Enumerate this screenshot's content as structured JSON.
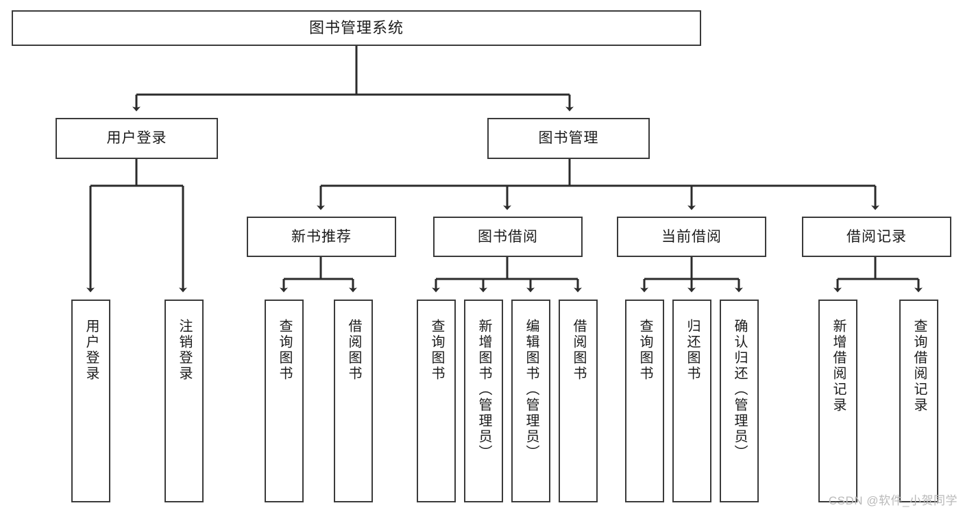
{
  "diagram": {
    "title": "图书管理系统",
    "type": "tree-hierarchy-diagram",
    "watermark": "CSDN @软件_小贺同学",
    "colors": {
      "box_border": "#3a3a3a",
      "box_fill": "#ffffff",
      "edge": "#2b2b2b",
      "text": "#1b1b1b",
      "watermark": "#b9b9b9",
      "background": "#ffffff"
    }
  },
  "root": {
    "label": "图书管理系统"
  },
  "level2": [
    {
      "label": "用户登录"
    },
    {
      "label": "图书管理"
    }
  ],
  "level3": [
    {
      "label": "新书推荐"
    },
    {
      "label": "图书借阅"
    },
    {
      "label": "当前借阅"
    },
    {
      "label": "借阅记录"
    }
  ],
  "leaves": {
    "user_login": [
      {
        "label": "用户登录"
      },
      {
        "label": "注销登录"
      }
    ],
    "new_book_recommend": [
      {
        "label": "查询图书"
      },
      {
        "label": "借阅图书"
      }
    ],
    "book_borrow": [
      {
        "label": "查询图书"
      },
      {
        "label": "新增图书（管理员）"
      },
      {
        "label": "编辑图书（管理员）"
      },
      {
        "label": "借阅图书"
      }
    ],
    "current_borrow": [
      {
        "label": "查询图书"
      },
      {
        "label": "归还图书"
      },
      {
        "label": "确认归还（管理员）"
      }
    ],
    "borrow_record": [
      {
        "label": "新增借阅记录"
      },
      {
        "label": "查询借阅记录"
      }
    ]
  }
}
